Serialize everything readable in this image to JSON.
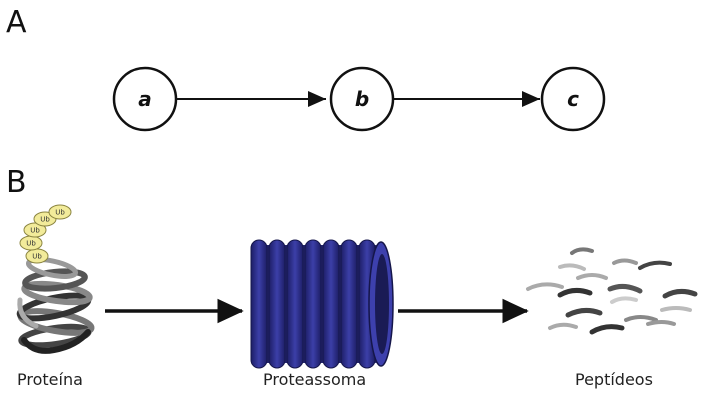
{
  "panel_a": {
    "letter": "A",
    "nodes": [
      "a",
      "b",
      "c"
    ]
  },
  "panel_b": {
    "letter": "B",
    "ubiquitin_label": "Ub",
    "captions": {
      "protein": "Proteína",
      "proteasome": "Proteassoma",
      "peptides": "Peptídeos"
    },
    "colors": {
      "proteasome": "#2e2f8c",
      "ubiquitin": "#f2eb9a",
      "protein": "#555555"
    }
  }
}
